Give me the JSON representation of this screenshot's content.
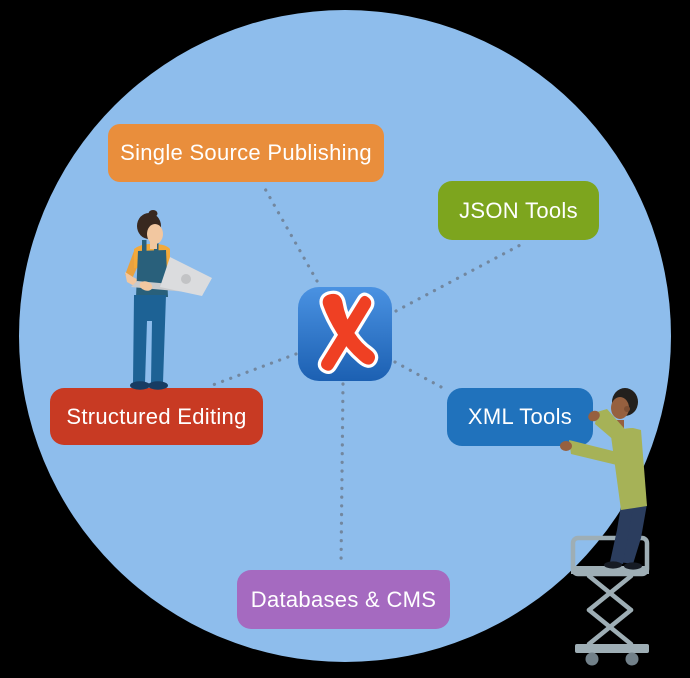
{
  "diagram": {
    "canvas_bg": "#000000",
    "circle_color": "#8EBDEC",
    "connector": {
      "style": "dotted",
      "color": "#6E7E92"
    },
    "center_logo": {
      "icon": "oxygen-xml-x-logo",
      "glyph": "X",
      "bg_gradient_top": "#4A92E2",
      "bg_gradient_bottom": "#1C60B2",
      "x_color": "#EF4023",
      "x_outline_color": "#FFFFFF"
    },
    "nodes": [
      {
        "label": "Single Source Publishing",
        "color": "#E98E3C"
      },
      {
        "label": "JSON Tools",
        "color": "#7DA51E"
      },
      {
        "label": "Structured Editing",
        "color": "#C83A23"
      },
      {
        "label": "XML Tools",
        "color": "#2072BC"
      },
      {
        "label": "Databases & CMS",
        "color": "#A56AC0"
      }
    ],
    "label_text_color": "#FFFFFF"
  },
  "illustrations": {
    "left_figure": "woman-holding-laptop",
    "right_figure": "man-on-scissor-lift"
  }
}
